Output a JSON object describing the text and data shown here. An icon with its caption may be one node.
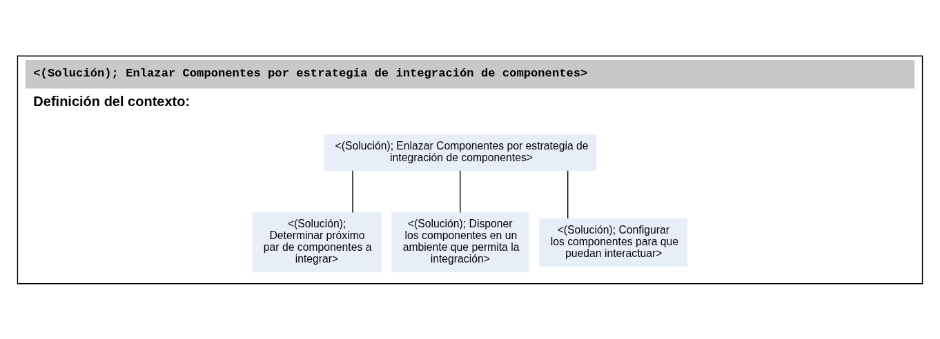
{
  "diagram": {
    "nodes": [
      {
        "text": [
          "<(Solución); Enlazar Componentes por estrategia de integración de componentes>",
          "Definición del contexto:"
        ]
      },
      {
        "text": [
          "<(Solución); Enlazar Componentes por estrategia de integración de componentes>"
        ],
        "in": 0
      },
      {
        "text": [
          "<(Solución); Determinar próximo par de componentes a integrar>"
        ],
        "in": 0
      },
      {
        "text": [
          "<(Solución); Disponer los componentes en un ambiente que permita la integración>"
        ],
        "in": 0
      },
      {
        "text": [
          "<(Solución); Configurar los componentes para que puedan interactuar>"
        ],
        "in": 0
      }
    ],
    "edges": [
      {
        "from": 1,
        "to": 2,
        "arrow": "none"
      },
      {
        "from": 1,
        "to": 3,
        "arrow": "none"
      },
      {
        "from": 1,
        "to": 4,
        "arrow": "none"
      }
    ]
  }
}
